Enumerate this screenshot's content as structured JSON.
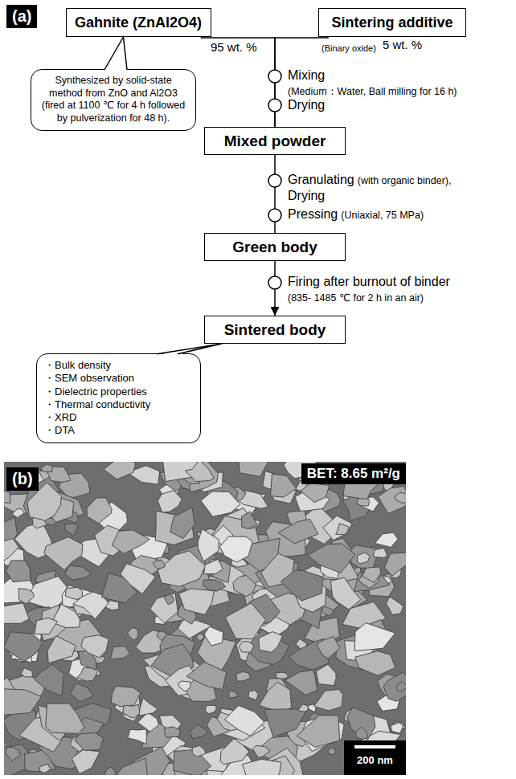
{
  "diagram": {
    "nodes": [
      {
        "text": [
          "Gahnite (ZnAl2O4)"
        ]
      },
      {
        "text": [
          "Sintering additive"
        ]
      },
      {
        "text": [
          "Synthesized by solid-state method from ZnO and Al2O3 (fired at 1100 ℃ for 4 h followed by pulverization for 48 h)."
        ]
      },
      {
        "text": [
          "Mixed powder"
        ]
      },
      {
        "text": [
          "Green body"
        ]
      },
      {
        "text": [
          "Sintered body"
        ]
      },
      {
        "text": [
          "・Bulk density",
          "・SEM observation",
          "・Dielectric properties",
          "・Thermal conductivity",
          "・XRD",
          "・DTA"
        ]
      }
    ],
    "edges": [
      {
        "from": 0,
        "to": 3,
        "arrow": "none"
      },
      {
        "from": 1,
        "to": 3,
        "arrow": "none"
      },
      {
        "from": 3,
        "to": 4,
        "arrow": "none"
      },
      {
        "from": 4,
        "to": 5,
        "arrow": "to"
      }
    ],
    "labels": [
      "(a)",
      "95 wt. %",
      "(Binary oxide)",
      "5 wt. %",
      "Mixing",
      "(Medium：Water, Ball milling for 16 h)",
      "Drying",
      "Granulating",
      "(with organic binder),",
      "Drying",
      "Pressing",
      "(Uniaxial, 75 MPa)",
      "Firing after burnout of binder",
      "(835- 1485 ℃ for 2 h in an air)",
      "(b)",
      "BET: 8.65 m²/g",
      "200 nm"
    ]
  }
}
